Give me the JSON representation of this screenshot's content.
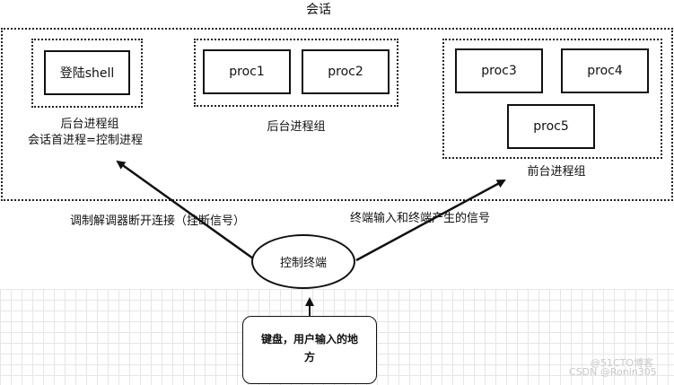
{
  "session": {
    "title": "会话"
  },
  "login_group": {
    "box_label": "登陆shell",
    "caption_line1": "后台进程组",
    "caption_line2": "会话首进程=控制进程"
  },
  "background_group": {
    "procs": [
      "proc1",
      "proc2"
    ],
    "caption": "后台进程组"
  },
  "foreground_group": {
    "procs": [
      "proc3",
      "proc4",
      "proc5"
    ],
    "caption": "前台进程组"
  },
  "terminal": {
    "label": "控制终端"
  },
  "signals": {
    "to_controlling": "调制解调器断开连接（挂断信号）",
    "to_foreground": "终端输入和终端产生的信号"
  },
  "keyboard": {
    "line1": "键盘，用户输入的地",
    "line2": "方"
  },
  "watermark": {
    "site": "@51CTO博客",
    "author": "CSDN @Ronin305"
  }
}
